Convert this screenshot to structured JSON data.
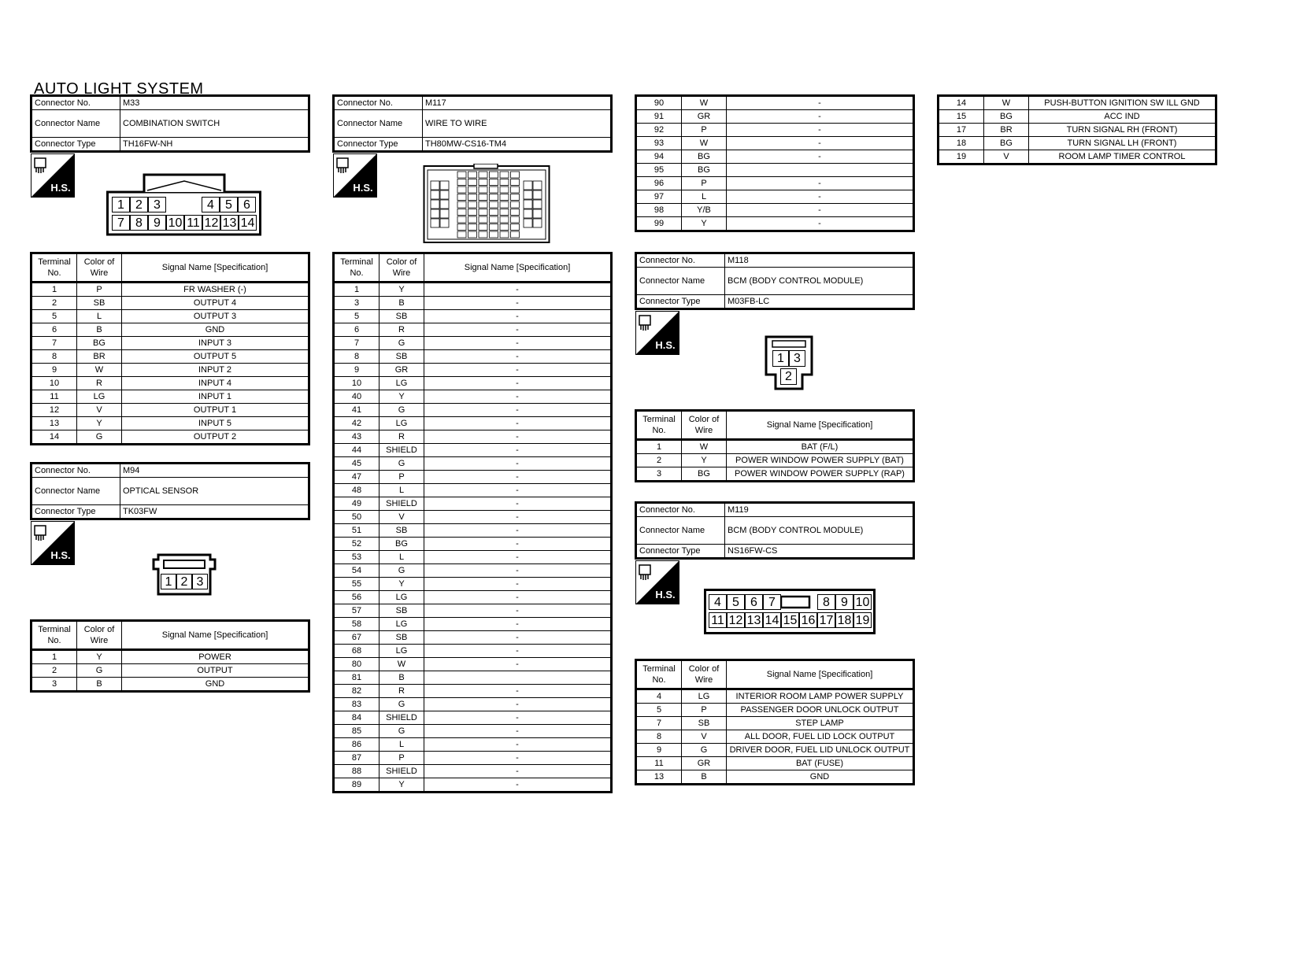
{
  "title": "AUTO LIGHT SYSTEM",
  "labels": {
    "conn_no": "Connector No.",
    "conn_name": "Connector Name",
    "conn_type": "Connector Type",
    "term_no": "Terminal No.",
    "color": "Color of Wire",
    "signal": "Signal Name [Specification]",
    "hs": "H.S."
  },
  "m33": {
    "no": "M33",
    "name": "COMBINATION SWITCH",
    "type": "TH16FW-NH",
    "pins_top": [
      "1",
      "2",
      "3",
      "",
      "4",
      "5",
      "6"
    ],
    "pins_bottom": [
      "7",
      "8",
      "9",
      "10",
      "11",
      "12",
      "13",
      "14"
    ],
    "rows": [
      [
        "1",
        "P",
        "FR WASHER (-)"
      ],
      [
        "2",
        "SB",
        "OUTPUT 4"
      ],
      [
        "5",
        "L",
        "OUTPUT 3"
      ],
      [
        "6",
        "B",
        "GND"
      ],
      [
        "7",
        "BG",
        "INPUT 3"
      ],
      [
        "8",
        "BR",
        "OUTPUT 5"
      ],
      [
        "9",
        "W",
        "INPUT 2"
      ],
      [
        "10",
        "R",
        "INPUT 4"
      ],
      [
        "11",
        "LG",
        "INPUT 1"
      ],
      [
        "12",
        "V",
        "OUTPUT 1"
      ],
      [
        "13",
        "Y",
        "INPUT 5"
      ],
      [
        "14",
        "G",
        "OUTPUT 2"
      ]
    ]
  },
  "m94": {
    "no": "M94",
    "name": "OPTICAL SENSOR",
    "type": "TK03FW",
    "pins": [
      "1",
      "2",
      "3"
    ],
    "rows": [
      [
        "1",
        "Y",
        "POWER"
      ],
      [
        "2",
        "G",
        "OUTPUT"
      ],
      [
        "3",
        "B",
        "GND"
      ]
    ]
  },
  "m117": {
    "no": "M117",
    "name": "WIRE TO WIRE",
    "type": "TH80MW-CS16-TM4",
    "rows": [
      [
        "1",
        "Y",
        "-"
      ],
      [
        "3",
        "B",
        "-"
      ],
      [
        "5",
        "SB",
        "-"
      ],
      [
        "6",
        "R",
        "-"
      ],
      [
        "7",
        "G",
        "-"
      ],
      [
        "8",
        "SB",
        "-"
      ],
      [
        "9",
        "GR",
        "-"
      ],
      [
        "10",
        "LG",
        "-"
      ],
      [
        "40",
        "Y",
        "-"
      ],
      [
        "41",
        "G",
        "-"
      ],
      [
        "42",
        "LG",
        "-"
      ],
      [
        "43",
        "R",
        "-"
      ],
      [
        "44",
        "SHIELD",
        "-"
      ],
      [
        "45",
        "G",
        "-"
      ],
      [
        "47",
        "P",
        "-"
      ],
      [
        "48",
        "L",
        "-"
      ],
      [
        "49",
        "SHIELD",
        "-"
      ],
      [
        "50",
        "V",
        "-"
      ],
      [
        "51",
        "SB",
        "-"
      ],
      [
        "52",
        "BG",
        "-"
      ],
      [
        "53",
        "L",
        "-"
      ],
      [
        "54",
        "G",
        "-"
      ],
      [
        "55",
        "Y",
        "-"
      ],
      [
        "56",
        "LG",
        "-"
      ],
      [
        "57",
        "SB",
        "-"
      ],
      [
        "58",
        "LG",
        "-"
      ],
      [
        "67",
        "SB",
        "-"
      ],
      [
        "68",
        "LG",
        "-"
      ],
      [
        "80",
        "W",
        "-"
      ],
      [
        "81",
        "B",
        ""
      ],
      [
        "82",
        "R",
        "-"
      ],
      [
        "83",
        "G",
        "-"
      ],
      [
        "84",
        "SHIELD",
        "-"
      ],
      [
        "85",
        "G",
        "-"
      ],
      [
        "86",
        "L",
        "-"
      ],
      [
        "87",
        "P",
        "-"
      ],
      [
        "88",
        "SHIELD",
        "-"
      ],
      [
        "89",
        "Y",
        "-"
      ]
    ],
    "rows_cont": [
      [
        "90",
        "W",
        "-"
      ],
      [
        "91",
        "GR",
        "-"
      ],
      [
        "92",
        "P",
        "-"
      ],
      [
        "93",
        "W",
        "-"
      ],
      [
        "94",
        "BG",
        "-"
      ],
      [
        "95",
        "BG",
        ""
      ],
      [
        "96",
        "P",
        "-"
      ],
      [
        "97",
        "L",
        "-"
      ],
      [
        "98",
        "Y/B",
        "-"
      ],
      [
        "99",
        "Y",
        "-"
      ]
    ]
  },
  "m118": {
    "no": "M118",
    "name": "BCM (BODY CONTROL MODULE)",
    "type": "M03FB-LC",
    "pins": [
      "1",
      "3",
      "2"
    ],
    "rows": [
      [
        "1",
        "W",
        "BAT (F/L)"
      ],
      [
        "2",
        "Y",
        "POWER WINDOW POWER SUPPLY (BAT)"
      ],
      [
        "3",
        "BG",
        "POWER WINDOW POWER SUPPLY (RAP)"
      ]
    ]
  },
  "m119": {
    "no": "M119",
    "name": "BCM (BODY CONTROL MODULE)",
    "type": "NS16FW-CS",
    "pins_top": [
      "4",
      "5",
      "6",
      "7",
      "",
      "8",
      "9",
      "10"
    ],
    "pins_bottom": [
      "11",
      "12",
      "13",
      "14",
      "15",
      "16",
      "17",
      "18",
      "19"
    ],
    "rows": [
      [
        "4",
        "LG",
        "INTERIOR ROOM LAMP POWER SUPPLY"
      ],
      [
        "5",
        "P",
        "PASSENGER DOOR UNLOCK OUTPUT"
      ],
      [
        "7",
        "SB",
        "STEP LAMP"
      ],
      [
        "8",
        "V",
        "ALL DOOR, FUEL LID LOCK OUTPUT"
      ],
      [
        "9",
        "G",
        "DRIVER DOOR, FUEL LID UNLOCK OUTPUT"
      ],
      [
        "11",
        "GR",
        "BAT (FUSE)"
      ],
      [
        "13",
        "B",
        "GND"
      ]
    ],
    "rows_cont": [
      [
        "14",
        "W",
        "PUSH-BUTTON IGNITION SW ILL GND"
      ],
      [
        "15",
        "BG",
        "ACC IND"
      ],
      [
        "17",
        "BR",
        "TURN SIGNAL RH (FRONT)"
      ],
      [
        "18",
        "BG",
        "TURN SIGNAL LH (FRONT)"
      ],
      [
        "19",
        "V",
        "ROOM LAMP TIMER CONTROL"
      ]
    ]
  }
}
